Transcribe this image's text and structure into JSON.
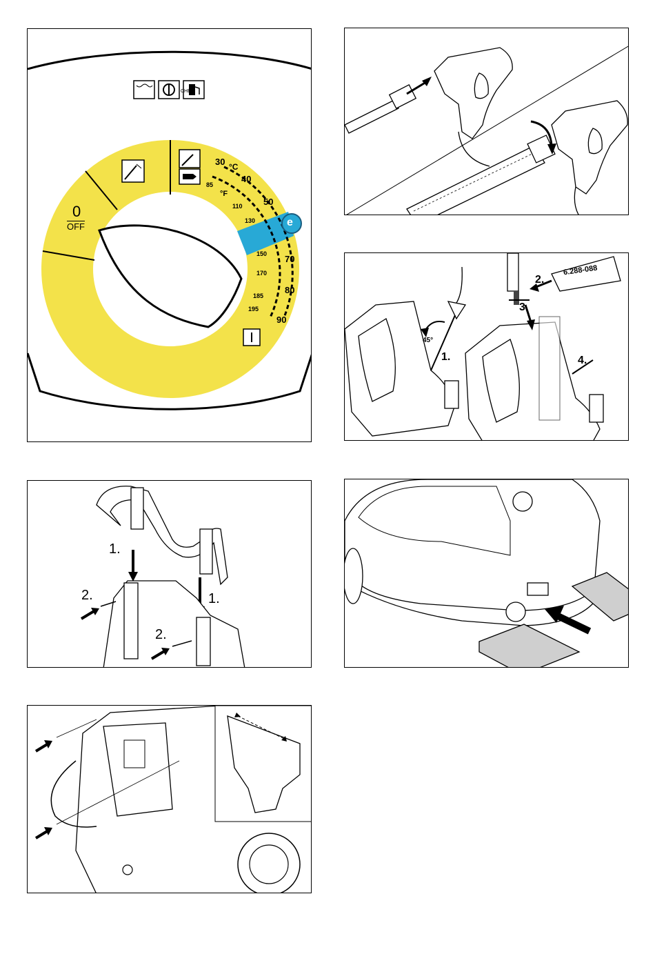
{
  "panel1": {
    "icon_chem_label": "CHEM",
    "off_zero": "0",
    "off_label": "OFF",
    "unit_c": "°C",
    "unit_f": "°F",
    "eco_label": "e",
    "celsius_ticks": [
      "30",
      "40",
      "50",
      "70",
      "80",
      "90"
    ],
    "fahrenheit_ticks": [
      "85",
      "110",
      "130",
      "150",
      "170",
      "185",
      "195"
    ],
    "colors": {
      "dial_yellow": "#f3e24a",
      "eco_blue": "#28a9d6"
    }
  },
  "panel3": {
    "angle_label": "45°",
    "step1": "1.",
    "step2": "2.",
    "step3": "3.",
    "step4": "4.",
    "part_number": "6.288-088"
  },
  "panel4": {
    "step1_left": "1.",
    "step1_right": "1.",
    "step2_left": "2.",
    "step2_right": "2."
  }
}
